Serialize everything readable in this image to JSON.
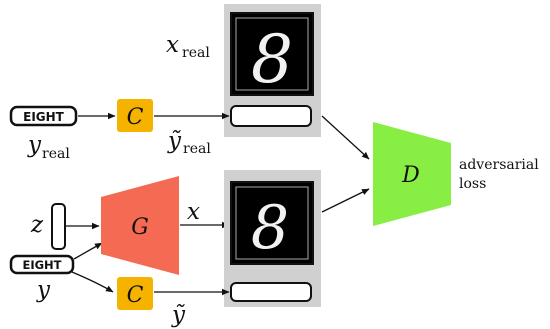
{
  "labels": {
    "x_real_main": "x",
    "x_real_sub": "real",
    "y_real_main": "y",
    "y_real_sub": "real",
    "y_tilde_real_main": "ỹ",
    "y_tilde_real_sub": "real",
    "x_gen": "x",
    "z": "z",
    "y": "y",
    "y_tilde": "ỹ"
  },
  "tags": {
    "top": "EIGHT",
    "bottom": "EIGHT"
  },
  "blocks": {
    "classifier_top": "C",
    "classifier_bottom": "C",
    "generator": "G",
    "discriminator": "D"
  },
  "images": {
    "real_digit": "8",
    "generated_digit": "8"
  },
  "loss_label": {
    "line1": "adversarial",
    "line2": "loss"
  },
  "colors": {
    "classifier": "#f5b300",
    "generator": "#f46a52",
    "discriminator": "#88ee44",
    "panel": "#d0d0d0",
    "image_bg": "#000000"
  }
}
